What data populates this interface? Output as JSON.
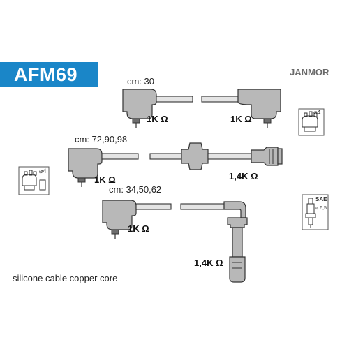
{
  "header": {
    "part_number": "AFM69",
    "brand": "JANMOR",
    "accent_color": "#1a86c8"
  },
  "cables": [
    {
      "cm_label": "cm: 30",
      "resistance_left": "1K Ω",
      "resistance_right": "1K Ω"
    },
    {
      "cm_label": "cm: 72,90,98",
      "resistance_left": "1K Ω",
      "resistance_right": "1,4K Ω"
    },
    {
      "cm_label": "cm: 34,50,62",
      "resistance_left": "1K Ω",
      "resistance_right": "1,4K Ω"
    }
  ],
  "icons": {
    "distributor_cap_top": {
      "label": "⌀4"
    },
    "distributor_cap_left": {
      "label": "⌀4"
    },
    "spark_plug": {
      "label": "SAE",
      "sublabel": "⌀ 6,5"
    }
  },
  "footer": {
    "material": "silicone cable copper core"
  }
}
